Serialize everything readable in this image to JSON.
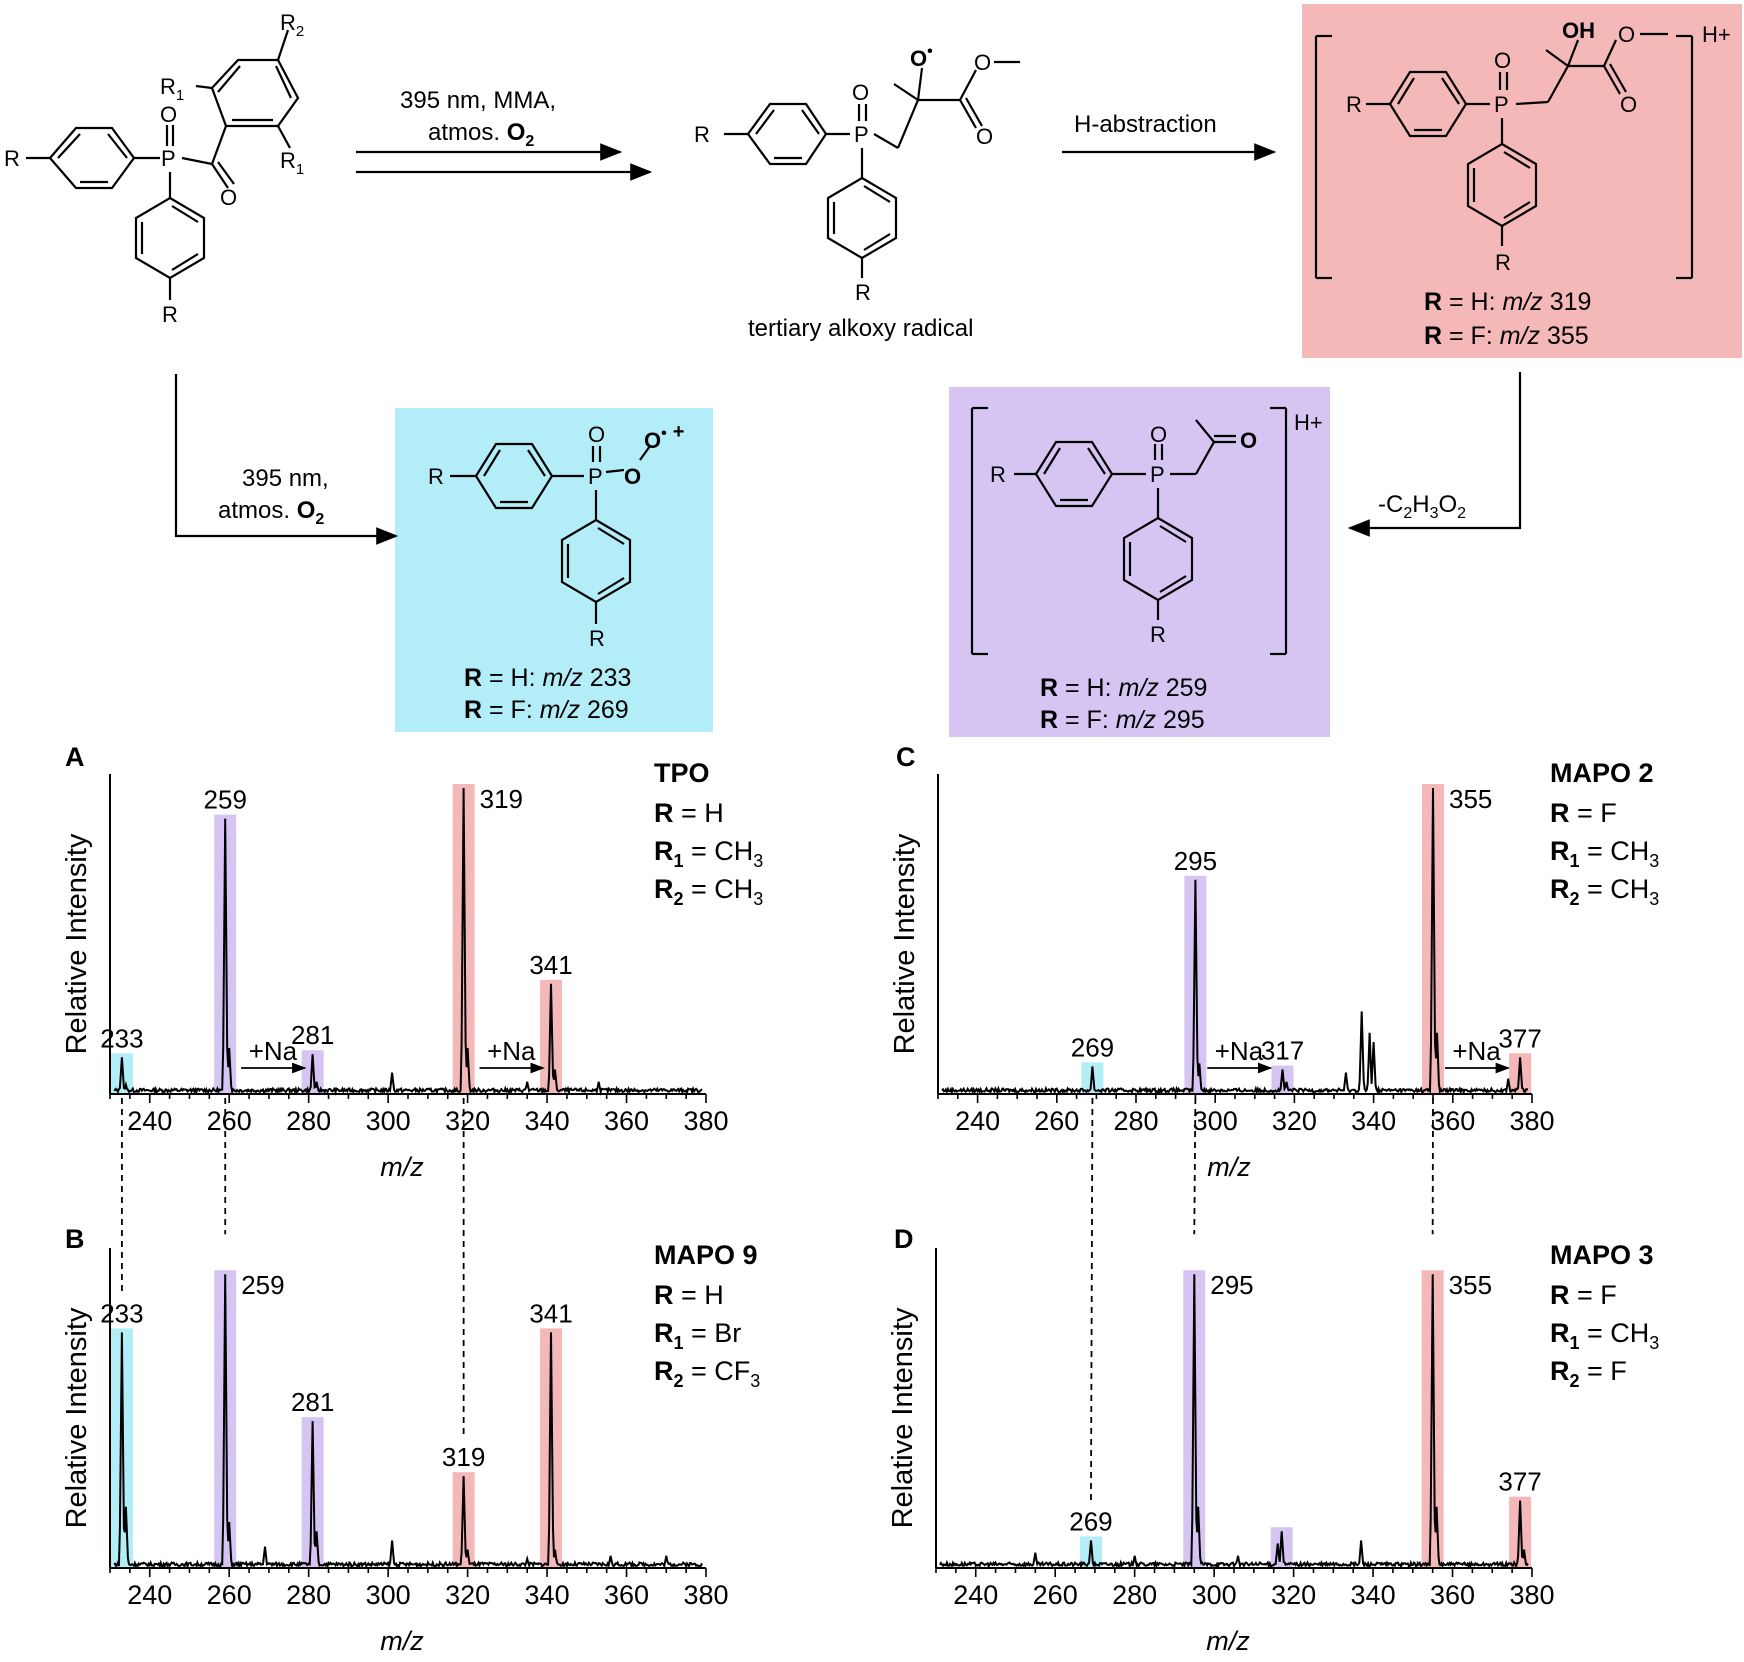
{
  "scheme": {
    "reactant": {
      "R": "R",
      "R1": "R",
      "R1_sub": "1",
      "R2": "R",
      "R2_sub": "2",
      "P": "P",
      "O": "O"
    },
    "step1": {
      "line1": "395 nm, MMA,",
      "line2a": "atmos. ",
      "line2b": "O",
      "line2c": "2"
    },
    "step2": {
      "text": "H-abstraction"
    },
    "step3": {
      "text_a": "-C",
      "sub_a": "2",
      "text_b": "H",
      "sub_b": "3",
      "text_c": "O",
      "sub_c": "2"
    },
    "step4": {
      "line1": "395 nm,",
      "line2a": "atmos. ",
      "line2b": "O",
      "line2c": "2"
    },
    "radical": {
      "label": "tertiary alkoxy radical",
      "O_dot": "O",
      "dot": "•"
    },
    "box_red": {
      "charge": "H+",
      "OH": "OH",
      "line1": {
        "r": "R",
        "eq": " = H: ",
        "mz": "m/z",
        "val": " 319"
      },
      "line2": {
        "r": "R",
        "eq": " = F: ",
        "mz": "m/z",
        "val": " 355"
      }
    },
    "box_cyan": {
      "charge": "+",
      "O": "O",
      "dot": "•",
      "line1": {
        "r": "R",
        "eq": " = H: ",
        "mz": "m/z",
        "val": " 233"
      },
      "line2": {
        "r": "R",
        "eq": " = F: ",
        "mz": "m/z",
        "val": " 269"
      }
    },
    "box_purple": {
      "charge": "H+",
      "O": "O",
      "line1": {
        "r": "R",
        "eq": " = H: ",
        "mz": "m/z",
        "val": " 259"
      },
      "line2": {
        "r": "R",
        "eq": " = F: ",
        "mz": "m/z",
        "val": " 295"
      }
    }
  },
  "colors": {
    "cyan": "#b3eef8",
    "purple": "#d6c5f3",
    "red": "#f5b8b8",
    "trace": "#000000"
  },
  "chart_data": [
    {
      "panel": "A",
      "type": "line",
      "ylabel": "Relative Intensity",
      "xlabel": "m/z",
      "xlim": [
        230,
        380
      ],
      "xticks": [
        240,
        260,
        280,
        300,
        320,
        340,
        360,
        380
      ],
      "compound": "TPO",
      "subs": [
        {
          "k": "R",
          "s": "",
          "v": " = H"
        },
        {
          "k": "R",
          "s": "1",
          "v": " = CH",
          "vs": "3"
        },
        {
          "k": "R",
          "s": "2",
          "v": " = CH",
          "vs": "3"
        }
      ],
      "peaks": [
        {
          "mz": 233,
          "h": 0.12,
          "label": "233",
          "hl": "cyan"
        },
        {
          "mz": 259,
          "h": 0.9,
          "label": "259",
          "hl": "purple"
        },
        {
          "mz": 281,
          "h": 0.13,
          "label": "281",
          "hl": "purple"
        },
        {
          "mz": 319,
          "h": 1.0,
          "label": "319",
          "hl": "red"
        },
        {
          "mz": 341,
          "h": 0.36,
          "label": "341",
          "hl": "red"
        }
      ],
      "minor": [
        [
          234,
          0.03
        ],
        [
          260,
          0.15
        ],
        [
          282,
          0.04
        ],
        [
          301,
          0.07
        ],
        [
          320,
          0.15
        ],
        [
          335,
          0.04
        ],
        [
          342,
          0.08
        ],
        [
          353,
          0.04
        ]
      ],
      "annotations": [
        {
          "text": "+Na",
          "from": 263,
          "to": 279
        },
        {
          "text": "+Na",
          "from": 323,
          "to": 339
        }
      ]
    },
    {
      "panel": "B",
      "type": "line",
      "ylabel": "Relative Intensity",
      "xlabel": "m/z",
      "xlim": [
        230,
        380
      ],
      "xticks": [
        240,
        260,
        280,
        300,
        320,
        340,
        360,
        380
      ],
      "compound": "MAPO 9",
      "subs": [
        {
          "k": "R",
          "s": "",
          "v": " = H"
        },
        {
          "k": "R",
          "s": "1",
          "v": " = Br"
        },
        {
          "k": "R",
          "s": "2",
          "v": " = CF",
          "vs": "3"
        }
      ],
      "peaks": [
        {
          "mz": 233,
          "h": 0.77,
          "label": "233",
          "hl": "cyan"
        },
        {
          "mz": 259,
          "h": 0.96,
          "label": "259",
          "hl": "purple"
        },
        {
          "mz": 281,
          "h": 0.48,
          "label": "281",
          "hl": "purple"
        },
        {
          "mz": 319,
          "h": 0.3,
          "label": "319",
          "hl": "red"
        },
        {
          "mz": 341,
          "h": 0.77,
          "label": "341",
          "hl": "red"
        }
      ],
      "minor": [
        [
          234,
          0.2
        ],
        [
          260,
          0.15
        ],
        [
          269,
          0.07
        ],
        [
          282,
          0.12
        ],
        [
          301,
          0.09
        ],
        [
          320,
          0.06
        ],
        [
          335,
          0.03
        ],
        [
          342,
          0.06
        ],
        [
          356,
          0.04
        ],
        [
          370,
          0.04
        ]
      ],
      "annotations": []
    },
    {
      "panel": "C",
      "type": "line",
      "ylabel": "Relative Intensity",
      "xlabel": "m/z",
      "xlim": [
        230,
        380
      ],
      "xticks": [
        240,
        260,
        280,
        300,
        320,
        340,
        360,
        380
      ],
      "compound": "MAPO 2",
      "subs": [
        {
          "k": "R",
          "s": "",
          "v": " = F"
        },
        {
          "k": "R",
          "s": "1",
          "v": " = CH",
          "vs": "3"
        },
        {
          "k": "R",
          "s": "2",
          "v": " = CH",
          "vs": "3"
        }
      ],
      "peaks": [
        {
          "mz": 269,
          "h": 0.09,
          "label": "269",
          "hl": "cyan"
        },
        {
          "mz": 295,
          "h": 0.7,
          "label": "295",
          "hl": "purple"
        },
        {
          "mz": 317,
          "h": 0.08,
          "label": "317",
          "hl": "purple"
        },
        {
          "mz": 355,
          "h": 1.0,
          "label": "355",
          "hl": "red"
        },
        {
          "mz": 377,
          "h": 0.12,
          "label": "377",
          "hl": "red"
        }
      ],
      "minor": [
        [
          296,
          0.1
        ],
        [
          318,
          0.04
        ],
        [
          333,
          0.07
        ],
        [
          337,
          0.27
        ],
        [
          339,
          0.2
        ],
        [
          340,
          0.17
        ],
        [
          356,
          0.2
        ],
        [
          374,
          0.05
        ]
      ],
      "annotations": [
        {
          "text": "+Na",
          "from": 298,
          "to": 314
        },
        {
          "text": "+Na",
          "from": 358,
          "to": 374
        }
      ]
    },
    {
      "panel": "D",
      "type": "line",
      "ylabel": "Relative Intensity",
      "xlabel": "m/z",
      "xlim": [
        230,
        380
      ],
      "xticks": [
        240,
        260,
        280,
        300,
        320,
        340,
        360,
        380
      ],
      "compound": "MAPO 3",
      "subs": [
        {
          "k": "R",
          "s": "",
          "v": " = F"
        },
        {
          "k": "R",
          "s": "1",
          "v": " = CH",
          "vs": "3"
        },
        {
          "k": "R",
          "s": "2",
          "v": " = F"
        }
      ],
      "peaks": [
        {
          "mz": 269,
          "h": 0.09,
          "label": "269",
          "hl": "cyan"
        },
        {
          "mz": 295,
          "h": 0.96,
          "label": "295",
          "hl": "purple"
        },
        {
          "mz": 317,
          "h": 0.12,
          "label": "",
          "hl": "purple"
        },
        {
          "mz": 355,
          "h": 0.96,
          "label": "355",
          "hl": "red"
        },
        {
          "mz": 377,
          "h": 0.22,
          "label": "377",
          "hl": "red"
        }
      ],
      "minor": [
        [
          255,
          0.05
        ],
        [
          280,
          0.04
        ],
        [
          296,
          0.2
        ],
        [
          306,
          0.04
        ],
        [
          316,
          0.08
        ],
        [
          337,
          0.09
        ],
        [
          356,
          0.2
        ],
        [
          378,
          0.06
        ]
      ],
      "annotations": []
    }
  ]
}
